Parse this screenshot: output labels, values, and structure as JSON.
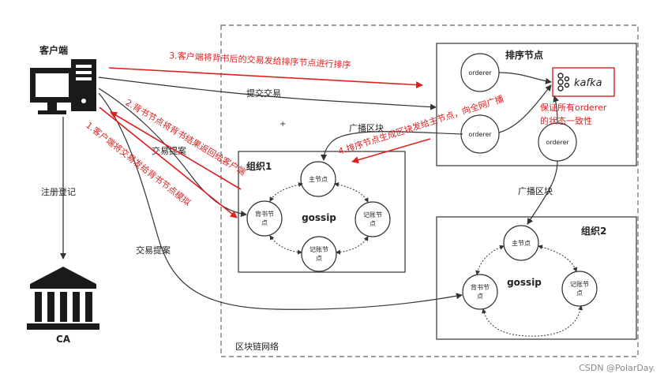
{
  "client": {
    "label": "客户端"
  },
  "register": {
    "label": "注册登记"
  },
  "ca": {
    "label": "CA"
  },
  "blockchain": {
    "label": "区块链网络"
  },
  "orderer_group": {
    "title": "排序节点",
    "node": "orderer",
    "kafka": "kafka",
    "note_line1": "保证所有orderer",
    "note_line2": "的状态一致性"
  },
  "org1": {
    "title": "组织1",
    "main": "主节点",
    "endorser": [
      "背书节",
      "点"
    ],
    "committer1": [
      "记账节",
      "点"
    ],
    "committer2": [
      "记账节",
      "点"
    ],
    "gossip": "gossip"
  },
  "org2": {
    "title": "组织2",
    "main": "主节点",
    "endorser": [
      "背书节",
      "点"
    ],
    "committer": [
      "记账节",
      "点"
    ],
    "gossip": "gossip"
  },
  "labels": {
    "submit": "提交交易",
    "broadcast1": "广播区块",
    "broadcast2": "广播区块",
    "proposal1": "交易提案",
    "proposal2": "交易提案"
  },
  "steps": {
    "step1": "1.客户端将交易发给背书节点模拟",
    "step2": "2.背书节点将背书结果返回给客户端",
    "step3": "3.客户端将背书后的交易发给排序节点进行排序",
    "step4": "4.排序节点生成区块发给主节点，向全网广播"
  },
  "watermark": "CSDN @PolarDay."
}
